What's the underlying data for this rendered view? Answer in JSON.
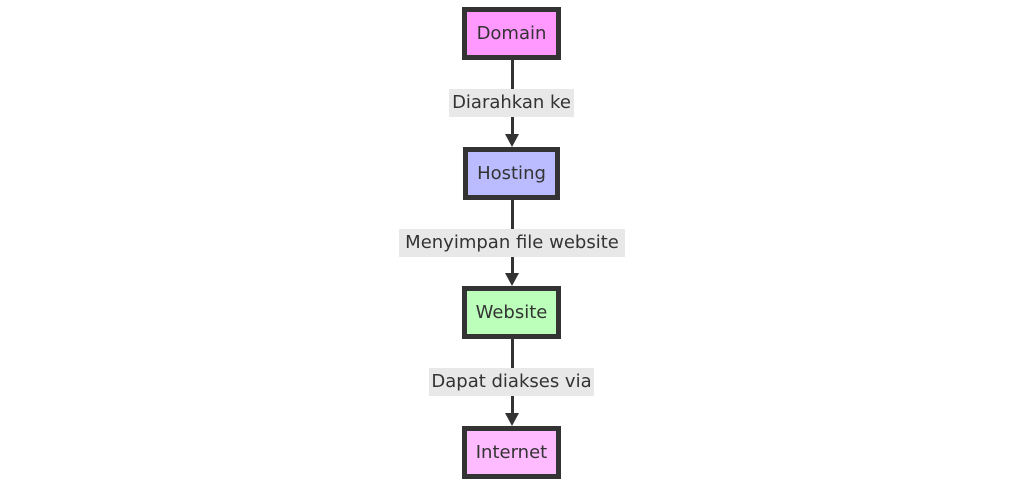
{
  "diagram": {
    "type": "flowchart",
    "direction": "top-to-bottom",
    "nodes": [
      {
        "id": "domain",
        "label": "Domain",
        "fill": "#ff99ff"
      },
      {
        "id": "hosting",
        "label": "Hosting",
        "fill": "#bbbbff"
      },
      {
        "id": "website",
        "label": "Website",
        "fill": "#bbffbb"
      },
      {
        "id": "internet",
        "label": "Internet",
        "fill": "#ffbbff"
      }
    ],
    "edges": [
      {
        "from": "domain",
        "to": "hosting",
        "label": "Diarahkan ke"
      },
      {
        "from": "hosting",
        "to": "website",
        "label": "Menyimpan file website"
      },
      {
        "from": "website",
        "to": "internet",
        "label": "Dapat diakses via"
      }
    ],
    "colors": {
      "border": "#333333",
      "text": "#333333",
      "edge_label_bg": "#e8e8e8"
    }
  }
}
